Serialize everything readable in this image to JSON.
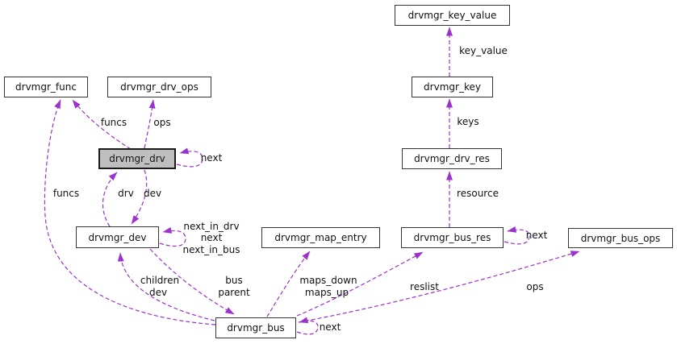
{
  "diagram": {
    "title": "drvmgr collaboration graph",
    "type": "collaboration-diagram",
    "edge_color": "#9a32cd",
    "node_border_color": "#343434",
    "highlight_node_fill": "#bfbfbf",
    "nodes": [
      {
        "id": "drvmgr_key_value",
        "label": "drvmgr_key_value",
        "highlighted": false
      },
      {
        "id": "drvmgr_key",
        "label": "drvmgr_key",
        "highlighted": false
      },
      {
        "id": "drvmgr_func",
        "label": "drvmgr_func",
        "highlighted": false
      },
      {
        "id": "drvmgr_drv_ops",
        "label": "drvmgr_drv_ops",
        "highlighted": false
      },
      {
        "id": "drvmgr_drv",
        "label": "drvmgr_drv",
        "highlighted": true
      },
      {
        "id": "drvmgr_drv_res",
        "label": "drvmgr_drv_res",
        "highlighted": false
      },
      {
        "id": "drvmgr_dev",
        "label": "drvmgr_dev",
        "highlighted": false
      },
      {
        "id": "drvmgr_map_entry",
        "label": "drvmgr_map_entry",
        "highlighted": false
      },
      {
        "id": "drvmgr_bus_res",
        "label": "drvmgr_bus_res",
        "highlighted": false
      },
      {
        "id": "drvmgr_bus_ops",
        "label": "drvmgr_bus_ops",
        "highlighted": false
      },
      {
        "id": "drvmgr_bus",
        "label": "drvmgr_bus",
        "highlighted": false
      }
    ],
    "edge_labels": [
      {
        "text": "funcs"
      },
      {
        "text": "ops"
      },
      {
        "text": "next"
      },
      {
        "text": "key_value"
      },
      {
        "text": "keys"
      },
      {
        "text": "funcs"
      },
      {
        "text": "drv"
      },
      {
        "text": "dev"
      },
      {
        "text": "resource"
      },
      {
        "text": "next_in_drv"
      },
      {
        "text": "next"
      },
      {
        "text": "next_in_bus"
      },
      {
        "text": "next"
      },
      {
        "text": "children"
      },
      {
        "text": "dev"
      },
      {
        "text": "bus"
      },
      {
        "text": "parent"
      },
      {
        "text": "maps_down"
      },
      {
        "text": "maps_up"
      },
      {
        "text": "reslist"
      },
      {
        "text": "ops"
      },
      {
        "text": "next"
      }
    ],
    "relations": [
      {
        "from": "drvmgr_key",
        "to": "drvmgr_key_value",
        "label": "key_value"
      },
      {
        "from": "drvmgr_drv_res",
        "to": "drvmgr_key",
        "label": "keys"
      },
      {
        "from": "drvmgr_bus_res",
        "to": "drvmgr_drv_res",
        "label": "resource"
      },
      {
        "from": "drvmgr_bus_res",
        "to": "drvmgr_bus_res",
        "label": "next"
      },
      {
        "from": "drvmgr_drv",
        "to": "drvmgr_func",
        "label": "funcs"
      },
      {
        "from": "drvmgr_drv",
        "to": "drvmgr_drv_ops",
        "label": "ops"
      },
      {
        "from": "drvmgr_drv",
        "to": "drvmgr_drv",
        "label": "next"
      },
      {
        "from": "drvmgr_dev",
        "to": "drvmgr_drv",
        "label": "drv"
      },
      {
        "from": "drvmgr_drv",
        "to": "drvmgr_dev",
        "label": "dev"
      },
      {
        "from": "drvmgr_dev",
        "to": "drvmgr_dev",
        "label": "next_in_drv next next_in_bus"
      },
      {
        "from": "drvmgr_bus",
        "to": "drvmgr_dev",
        "label": "children dev"
      },
      {
        "from": "drvmgr_dev",
        "to": "drvmgr_bus",
        "label": "bus parent"
      },
      {
        "from": "drvmgr_bus",
        "to": "drvmgr_map_entry",
        "label": "maps_down maps_up"
      },
      {
        "from": "drvmgr_bus",
        "to": "drvmgr_bus_res",
        "label": "reslist"
      },
      {
        "from": "drvmgr_bus",
        "to": "drvmgr_bus_ops",
        "label": "ops"
      },
      {
        "from": "drvmgr_bus",
        "to": "drvmgr_func",
        "label": "funcs"
      },
      {
        "from": "drvmgr_bus",
        "to": "drvmgr_bus",
        "label": "next"
      }
    ]
  }
}
